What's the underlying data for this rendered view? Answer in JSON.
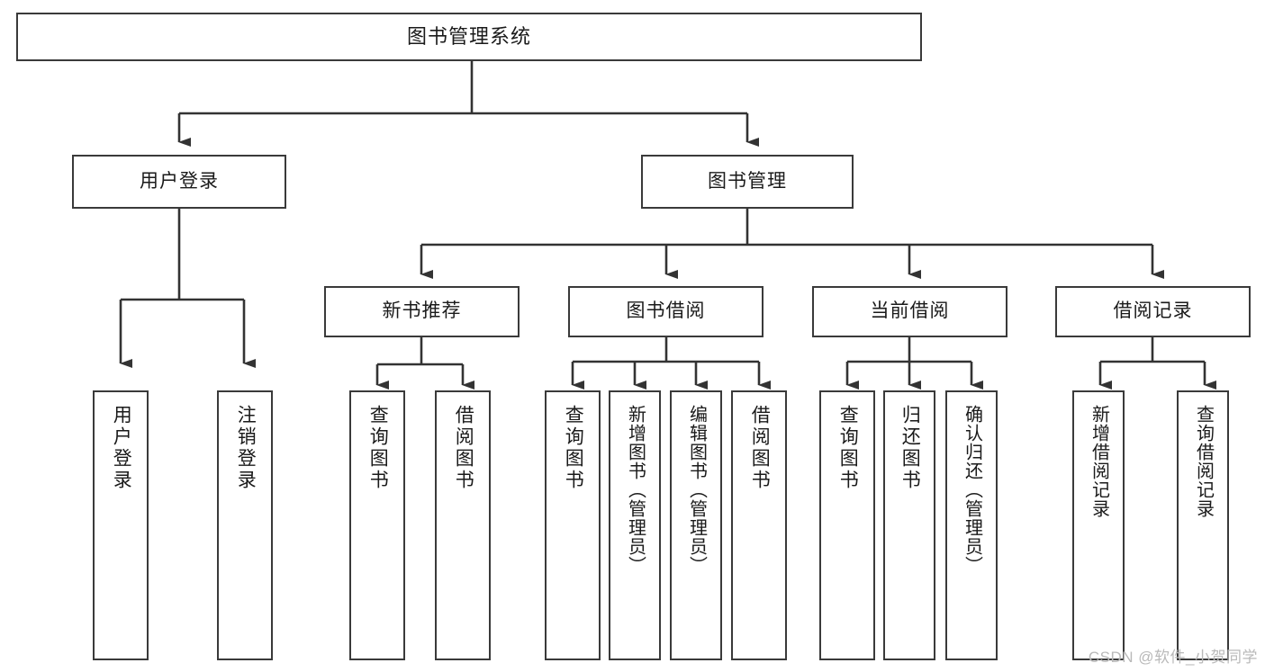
{
  "diagram": {
    "title": "图书管理系统",
    "type": "tree-hierarchy-diagram",
    "colors": {
      "box_border": "#3a3a3a",
      "box_fill": "#ffffff",
      "connector": "#333333",
      "text": "#1a1a1a",
      "watermark": "#b9b9b9"
    },
    "root": {
      "label": "图书管理系统"
    },
    "level2": [
      {
        "label": "用户登录"
      },
      {
        "label": "图书管理"
      }
    ],
    "level3": [
      {
        "label": "新书推荐"
      },
      {
        "label": "图书借阅"
      },
      {
        "label": "当前借阅"
      },
      {
        "label": "借阅记录"
      }
    ],
    "leaves": {
      "user_login": [
        {
          "label": "用户登录"
        },
        {
          "label": "注销登录"
        }
      ],
      "new_book_recommend": [
        {
          "label": "查询图书"
        },
        {
          "label": "借阅图书"
        }
      ],
      "book_borrow": [
        {
          "label": "查询图书"
        },
        {
          "label": "新增图书（管理员）"
        },
        {
          "label": "编辑图书（管理员）"
        },
        {
          "label": "借阅图书"
        }
      ],
      "current_borrow": [
        {
          "label": "查询图书"
        },
        {
          "label": "归还图书"
        },
        {
          "label": "确认归还（管理员）"
        }
      ],
      "borrow_record": [
        {
          "label": "新增借阅记录"
        },
        {
          "label": "查询借阅记录"
        }
      ]
    }
  },
  "watermark": {
    "text": "CSDN @软件_小贺同学"
  }
}
